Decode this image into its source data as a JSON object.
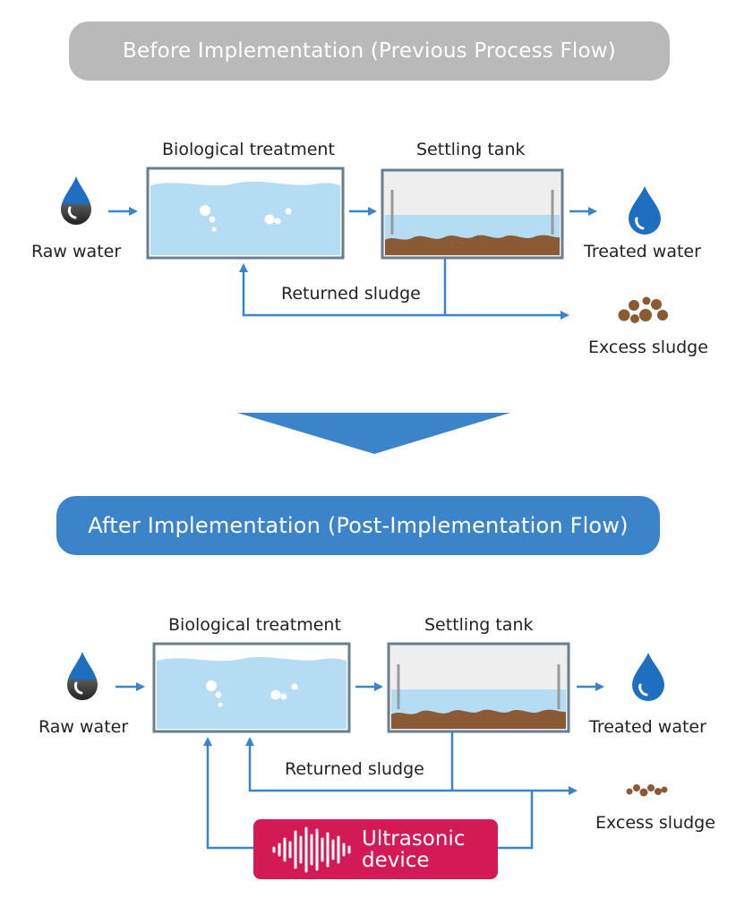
{
  "before": {
    "title": "Before Implementation (Previous Process Flow)",
    "bio_label": "Biological treatment",
    "settling_label": "Settling tank",
    "raw_label": "Raw water",
    "treated_label": "Treated water",
    "returned_label": "Returned sludge",
    "excess_label": "Excess sludge"
  },
  "after": {
    "title": "After Implementation (Post-Implementation Flow)",
    "bio_label": "Biological treatment",
    "settling_label": "Settling tank",
    "raw_label": "Raw water",
    "treated_label": "Treated water",
    "returned_label": "Returned sludge",
    "excess_label": "Excess sludge",
    "device_line1": "Ultrasonic",
    "device_line2": "device"
  },
  "colors": {
    "arrow": "#3c84c9",
    "water": "#b4dcf3",
    "sludge": "#8a5a35",
    "device": "#d31a55"
  }
}
